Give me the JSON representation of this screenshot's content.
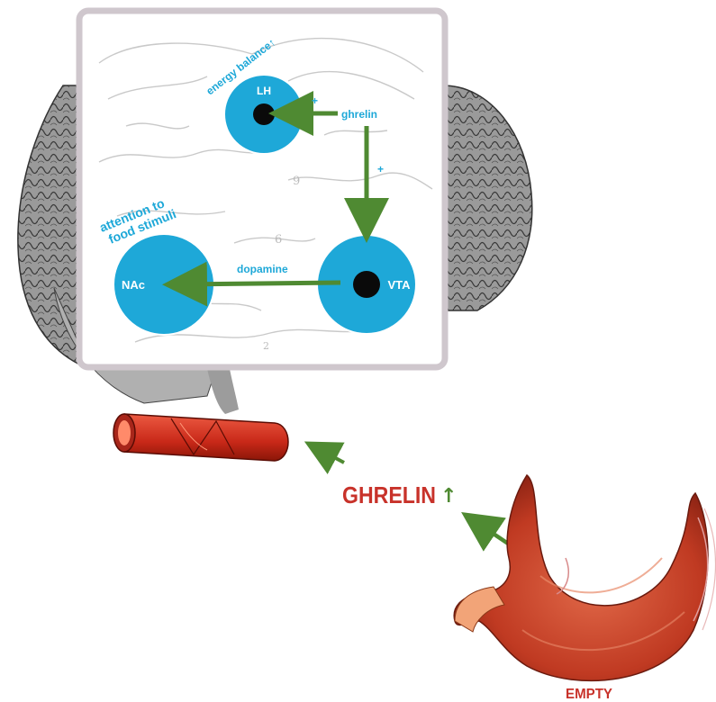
{
  "labels": {
    "lh": "LH",
    "vta": "VTA",
    "nac": "NAc",
    "energy_balance": "energy balance↑",
    "attention_line1": "attention to",
    "attention_line2": "food stimuli",
    "ghrelin_small": "ghrelin",
    "plus_lh": "+",
    "plus_vta": "+",
    "dopamine": "dopamine",
    "ghrelin_big": "GHRELIN",
    "ghrelin_up_arrow": "↑",
    "empty": "EMPTY"
  },
  "colors": {
    "nucleus_fill": "#1ea8d8",
    "nucleus_text": "#ffffff",
    "label_blue": "#1ea8d8",
    "arrow_green": "#4f8a32",
    "ghrelin_red": "#c8322a",
    "vessel_red": "#d83424",
    "stomach_red": "#c94a30",
    "brain_gray": "#8a8a8a"
  }
}
